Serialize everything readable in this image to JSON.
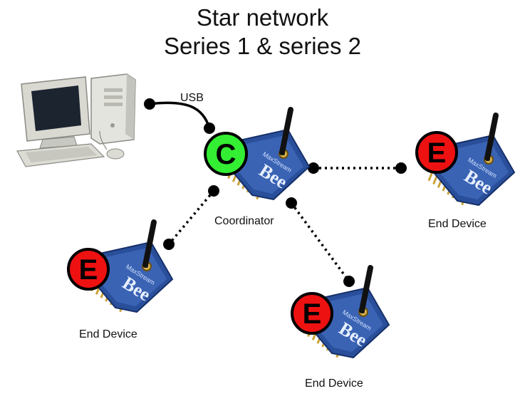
{
  "title": {
    "line1": "Star network",
    "line2": "Series 1 & series 2"
  },
  "labels": {
    "usb": "USB",
    "coordinator": "Coordinator",
    "end_device": "End Device"
  },
  "nodes": [
    {
      "role": "coordinator",
      "badge": "C",
      "badge_color": "#33ee33",
      "label": "Coordinator"
    },
    {
      "role": "end-device-right",
      "badge": "E",
      "badge_color": "#ee1111",
      "label": "End Device"
    },
    {
      "role": "end-device-left",
      "badge": "E",
      "badge_color": "#ee1111",
      "label": "End Device"
    },
    {
      "role": "end-device-bottom",
      "badge": "E",
      "badge_color": "#ee1111",
      "label": "End Device"
    }
  ],
  "module_text": {
    "brand": "MaxStream",
    "name": "Bee"
  },
  "colors": {
    "coordinator_badge": "#33ee33",
    "end_device_badge": "#ee1111",
    "module_board": "#2a4f9a",
    "link": "#000000"
  }
}
